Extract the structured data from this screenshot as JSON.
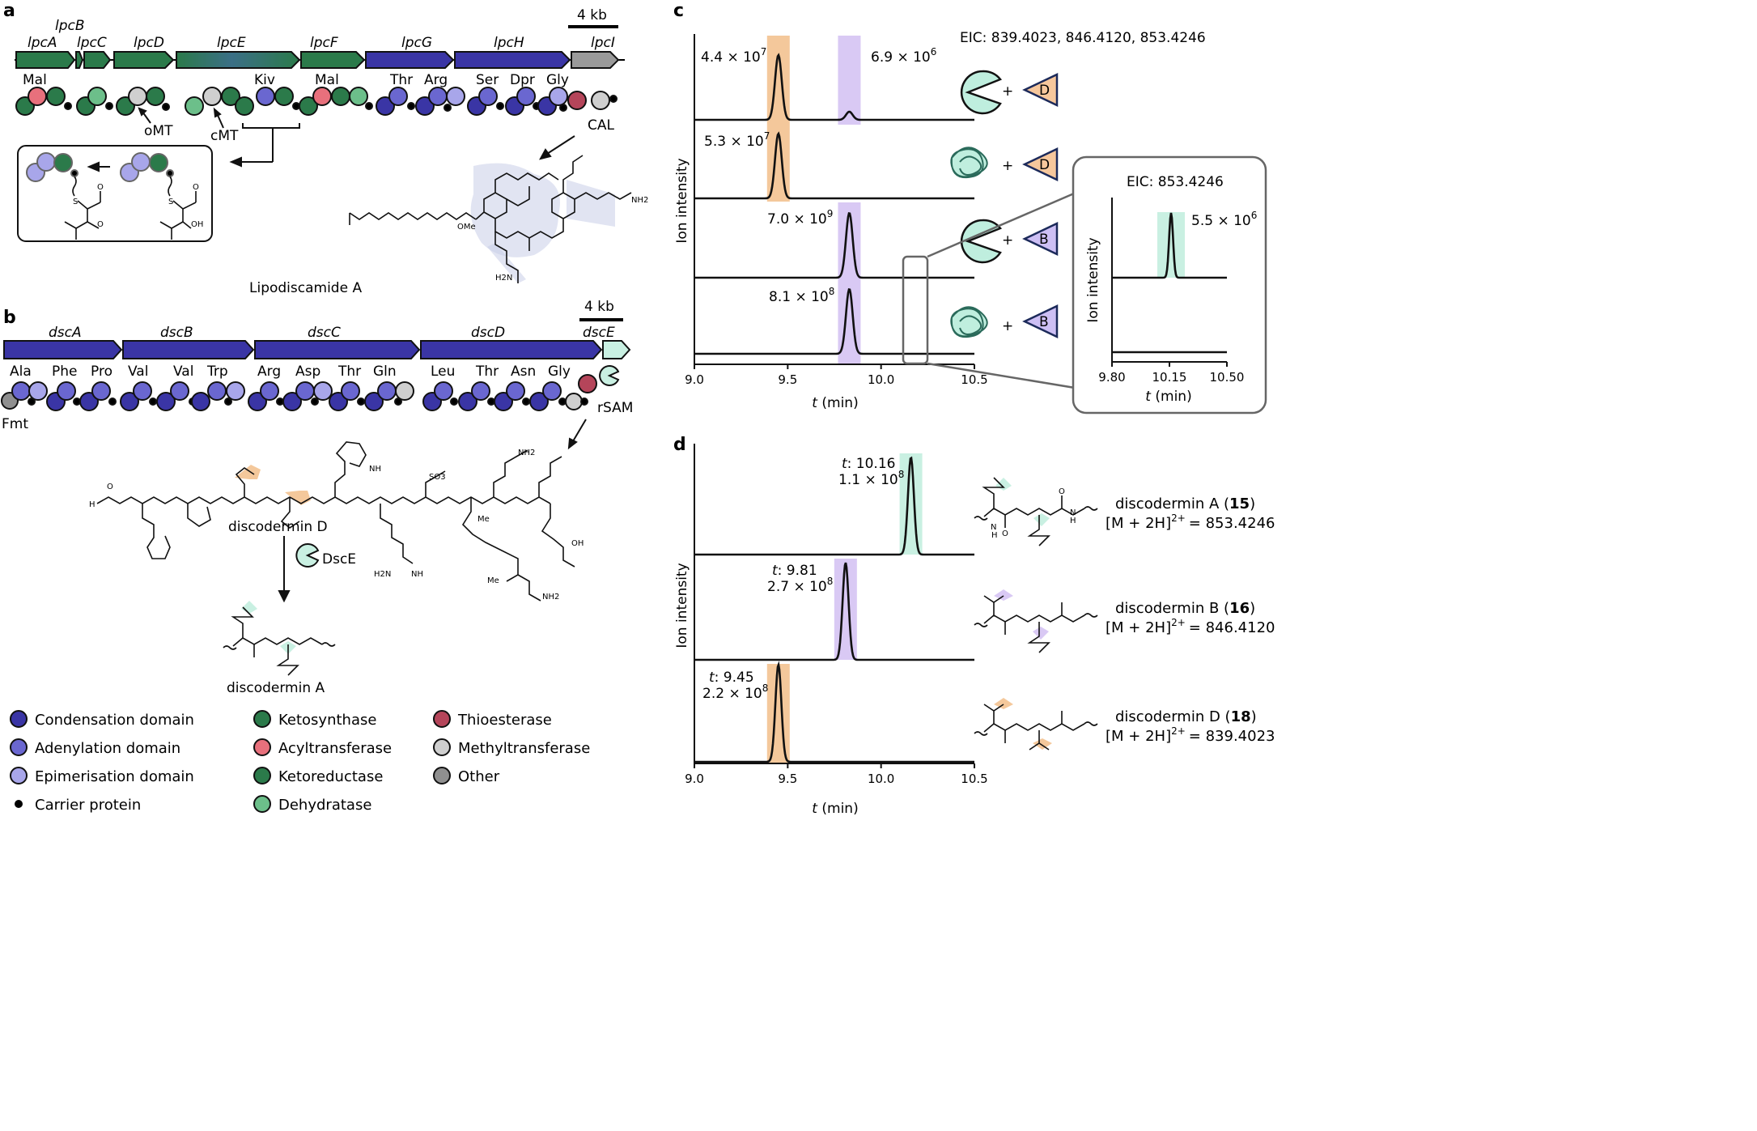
{
  "panels": {
    "a": "a",
    "b": "b",
    "c": "c",
    "d": "d"
  },
  "panel_a": {
    "genes": [
      "lpcA",
      "lpcB",
      "lpcC",
      "lpcD",
      "lpcE",
      "lpcF",
      "lpcG",
      "lpcH",
      "lpcI"
    ],
    "scale": "4 kb",
    "substrates": [
      "Mal",
      "Kiv",
      "Mal",
      "Thr",
      "Arg",
      "Ser",
      "Dpr",
      "Gly"
    ],
    "annotations": [
      "oMT",
      "cMT",
      "CAL"
    ],
    "compound": "Lipodiscamide A",
    "ome": "OMe",
    "atoms": [
      "S",
      "S",
      "O",
      "O",
      "OH",
      "NH2",
      "H2N",
      "O"
    ]
  },
  "panel_b": {
    "genes": [
      "dscA",
      "dscB",
      "dscC",
      "dscD",
      "dscE"
    ],
    "scale": "4 kb",
    "substrates": [
      "Ala",
      "Phe",
      "Pro",
      "Val",
      "Val",
      "Trp",
      "Arg",
      "Asp",
      "Thr",
      "Gln",
      "Leu",
      "Thr",
      "Asn",
      "Gly"
    ],
    "fmt": "Fmt",
    "rsam": "rSAM",
    "compound_d": "discodermin D",
    "enzyme": "DscE",
    "compound_a": "discodermin A",
    "atoms": [
      "H",
      "O",
      "NH",
      "NH2",
      "SO3",
      "NH",
      "OH",
      "Me",
      "Me",
      "H2N",
      "NH",
      "NH2",
      "O",
      "NH"
    ]
  },
  "legend": [
    {
      "label": "Condensation domain",
      "color": "#3a35a5"
    },
    {
      "label": "Adenylation domain",
      "color": "#6a67d0"
    },
    {
      "label": "Epimerisation domain",
      "color": "#a8a6ea"
    },
    {
      "label": "Carrier protein",
      "color": "#000000"
    },
    {
      "label": "Ketosynthase",
      "color": "#2b7a4a"
    },
    {
      "label": "Acyltransferase",
      "color": "#e8707c"
    },
    {
      "label": "Ketoreductase",
      "color": "#2b7a4a"
    },
    {
      "label": "Dehydratase",
      "color": "#6cbf8a"
    },
    {
      "label": "Thioesterase",
      "color": "#b5455a"
    },
    {
      "label": "Methyltransferase",
      "color": "#cfcfcf"
    },
    {
      "label": "Other",
      "color": "#8f8f8f"
    }
  ],
  "panel_c": {
    "eic": "EIC: 839.4023, 846.4120, 853.4246",
    "ylabel": "Ion intensity",
    "xlabel_t": "t",
    "xlabel_unit": " (min)",
    "xticks": [
      "9.0",
      "9.5",
      "10.0",
      "10.5"
    ],
    "traces": [
      {
        "left": "4.4 × 10",
        "left_exp": "7",
        "right": "6.9 × 10",
        "right_exp": "6",
        "sub": "D"
      },
      {
        "left": "5.3 × 10",
        "left_exp": "7",
        "sub": "D"
      },
      {
        "left": "7.0 × 10",
        "left_exp": "9",
        "sub": "B"
      },
      {
        "left": "8.1 × 10",
        "left_exp": "8",
        "sub": "B"
      }
    ],
    "plus": "+",
    "inset": {
      "eic": "EIC: 853.4246",
      "value": "5.5 × 10",
      "value_exp": "6",
      "ylabel": "Ion intensity",
      "xticks": [
        "9.80",
        "10.15",
        "10.50"
      ],
      "xlabel_t": "t",
      "xlabel_unit": " (min)"
    }
  },
  "panel_d": {
    "ylabel": "Ion intensity",
    "xlabel_t": "t",
    "xlabel_unit": " (min)",
    "xticks": [
      "9.0",
      "9.5",
      "10.0",
      "10.5"
    ],
    "traces": [
      {
        "t_label": "t",
        "t": ": 10.16",
        "val": "1.1 × 10",
        "val_exp": "8",
        "name": "discodermin A (",
        "num": "15",
        "close": ")",
        "mz": "= 853.4246"
      },
      {
        "t_label": "t",
        "t": ": 9.81",
        "val": "2.7 × 10",
        "val_exp": "8",
        "name": "discodermin B (",
        "num": "16",
        "close": ")",
        "mz": "= 846.4120"
      },
      {
        "t_label": "t",
        "t": ": 9.45",
        "val": "2.2 × 10",
        "val_exp": "8",
        "name": "discodermin D (",
        "num": "18",
        "close": ")",
        "mz": "= 839.4023"
      }
    ],
    "ion": "[M + 2H]",
    "ion_sup": "2+",
    "atoms": [
      "N",
      "H",
      "O",
      "H",
      "N",
      "O"
    ]
  },
  "chart_data": [
    {
      "type": "line",
      "panel": "c",
      "ylabel": "Ion intensity",
      "xlabel": "t (min)",
      "xlim": [
        9.0,
        10.5
      ],
      "series": [
        {
          "peaks": [
            {
              "t": 9.45,
              "intensity": 44000000.0
            },
            {
              "t": 9.83,
              "intensity": 6900000.0
            }
          ]
        },
        {
          "peaks": [
            {
              "t": 9.45,
              "intensity": 53000000.0
            }
          ]
        },
        {
          "peaks": [
            {
              "t": 9.83,
              "intensity": 7000000000.0
            }
          ]
        },
        {
          "peaks": [
            {
              "t": 9.83,
              "intensity": 810000000.0
            }
          ]
        }
      ]
    },
    {
      "type": "line",
      "panel": "c-inset",
      "ylabel": "Ion intensity",
      "xlabel": "t (min)",
      "xlim": [
        9.8,
        10.5
      ],
      "series": [
        {
          "peaks": [
            {
              "t": 10.16,
              "intensity": 5500000.0
            }
          ]
        },
        {
          "peaks": []
        }
      ]
    },
    {
      "type": "line",
      "panel": "d",
      "ylabel": "Ion intensity",
      "xlabel": "t (min)",
      "xlim": [
        9.0,
        10.5
      ],
      "series": [
        {
          "peaks": [
            {
              "t": 10.16,
              "intensity": 110000000.0
            }
          ]
        },
        {
          "peaks": [
            {
              "t": 9.81,
              "intensity": 270000000.0
            }
          ]
        },
        {
          "peaks": [
            {
              "t": 9.45,
              "intensity": 220000000.0
            }
          ]
        }
      ]
    }
  ]
}
